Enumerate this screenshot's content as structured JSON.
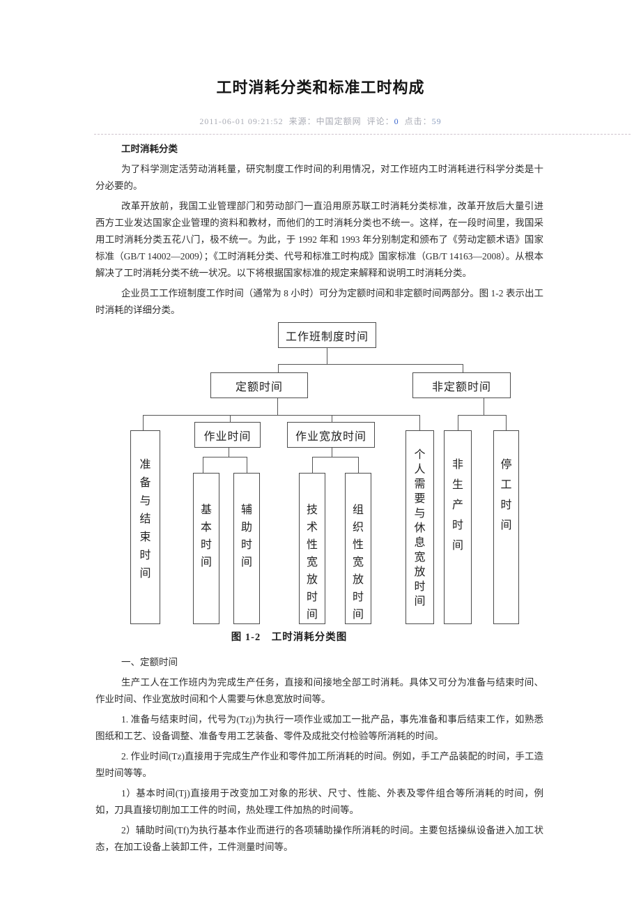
{
  "page": {
    "title": "工时消耗分类和标准工时构成",
    "meta": {
      "datetime": "2011-06-01 09:21:52",
      "source_label": "来源：",
      "source": "中国定额网",
      "comments_label": "评论：",
      "comments_count": "0",
      "hits_label": "点击：",
      "hits_count": "59"
    },
    "colors": {
      "comment_link_blue": "#3a66cc",
      "hits_blue": "#8d9fc0",
      "meta_grey": "#a9abb4",
      "diagram_line": "#4a4a4a"
    }
  },
  "article": {
    "section_heading": "工时消耗分类",
    "paragraphs": [
      "为了科学测定活劳动消耗量，研究制度工作时间的利用情况，对工作班内工时消耗进行科学分类是十分必要的。",
      "改革开放前，我国工业管理部门和劳动部门一直沿用原苏联工时消耗分类标准，改革开放后大量引进西方工业发达国家企业管理的资料和教材，而他们的工时消耗分类也不统一。这样，在一段时间里，我国采用工时消耗分类五花八门，极不统一。为此，于 1992 年和 1993 年分别制定和颁布了《劳动定额术语》国家标准（GB/T 14002—2009）；《工时消耗分类、代号和标准工时构成》国家标准（GB/T 14163—2008）。从根本解决了工时消耗分类不统一状况。以下将根据国家标准的规定来解释和说明工时消耗分类。",
      "企业员工工作班制度工作时间（通常为 8 小时）可分为定额时间和非定额时间两部分。图 1-2 表示出工时消耗的详细分类。"
    ]
  },
  "diagram": {
    "caption": "图 1-2　工时消耗分类图",
    "nodes": {
      "root": "工作班制度时间",
      "quota": "定额时间",
      "non_quota": "非定额时间",
      "prep_end": "准备与结束时间",
      "work": "作业时间",
      "work_allowance": "作业宽放时间",
      "basic": "基本时间",
      "auxiliary": "辅助时间",
      "technical": "技术性宽放时间",
      "organizational": "组织性宽放时间",
      "personal": "个人需要与休息宽放时间",
      "non_production": "非生产时间",
      "stoppage": "停工时间"
    }
  },
  "body2": {
    "paragraphs": [
      "一、定额时间",
      "生产工人在工作班内为完成生产任务，直接和间接地全部工时消耗。具体又可分为准备与结束时间、作业时间、作业宽放时间和个人需要与休息宽放时间等。",
      "1. 准备与结束时间，代号为(Tzj)为执行一项作业或加工一批产品，事先准备和事后结束工作，如熟悉图纸和工艺、设备调整、准备专用工艺装备、零件及成批交付检验等所消耗的时间。",
      "2. 作业时间(Tz)直接用于完成生产作业和零件加工所消耗的时间。例如，手工产品装配的时间，手工造型时间等等。",
      "1）基本时间(Tj)直接用于改变加工对象的形状、尺寸、性能、外表及零件组合等所消耗的时间，例如，刀具直接切削加工工件的时间，热处理工件加热的时间等。",
      "2）辅助时间(Tf)为执行基本作业而进行的各项辅助操作所消耗的时间。主要包括操纵设备进入加工状态，在加工设备上装卸工件，工件测量时间等。"
    ]
  }
}
